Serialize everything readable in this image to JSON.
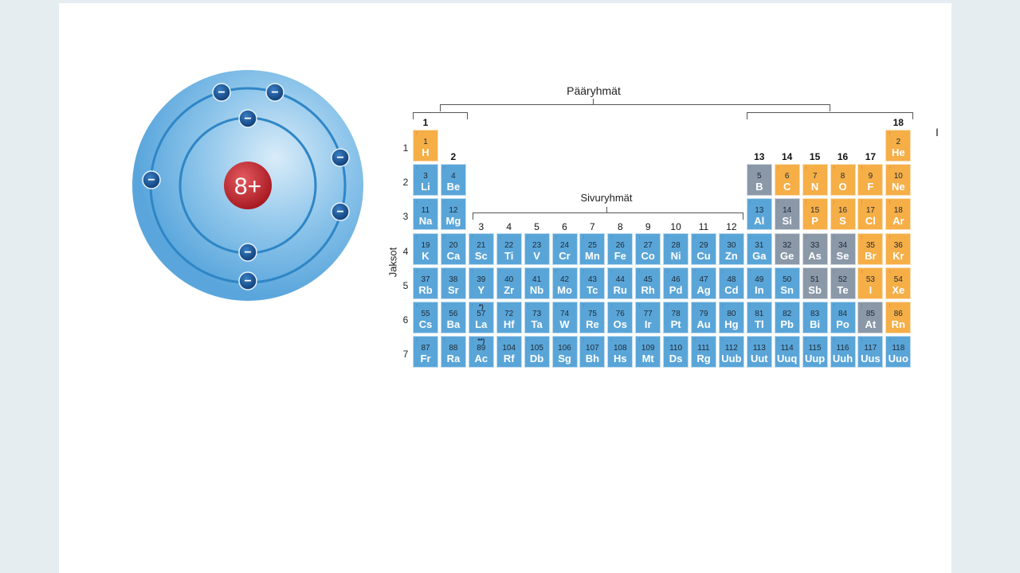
{
  "atom": {
    "nucleus_label": "8+",
    "electron_symbol": "−"
  },
  "table": {
    "main_groups_label": "Pääryhmät",
    "sub_groups_label": "Sivuryhmät",
    "periods_label": "Jaksot",
    "group_labels": [
      "1",
      "2",
      "3",
      "4",
      "5",
      "6",
      "7",
      "8",
      "9",
      "10",
      "11",
      "12",
      "13",
      "14",
      "15",
      "16",
      "17",
      "18"
    ],
    "period_labels": [
      "1",
      "2",
      "3",
      "4",
      "5",
      "6",
      "7"
    ],
    "lanthanide_mark": "*)",
    "actinide_mark": "**)",
    "elements": [
      {
        "n": "1",
        "s": "H",
        "p": 1,
        "g": 1,
        "t": "n"
      },
      {
        "n": "2",
        "s": "He",
        "p": 1,
        "g": 18,
        "t": "n"
      },
      {
        "n": "3",
        "s": "Li",
        "p": 2,
        "g": 1,
        "t": "m"
      },
      {
        "n": "4",
        "s": "Be",
        "p": 2,
        "g": 2,
        "t": "m"
      },
      {
        "n": "5",
        "s": "B",
        "p": 2,
        "g": 13,
        "t": "s"
      },
      {
        "n": "6",
        "s": "C",
        "p": 2,
        "g": 14,
        "t": "n"
      },
      {
        "n": "7",
        "s": "N",
        "p": 2,
        "g": 15,
        "t": "n"
      },
      {
        "n": "8",
        "s": "O",
        "p": 2,
        "g": 16,
        "t": "n"
      },
      {
        "n": "9",
        "s": "F",
        "p": 2,
        "g": 17,
        "t": "n"
      },
      {
        "n": "10",
        "s": "Ne",
        "p": 2,
        "g": 18,
        "t": "n"
      },
      {
        "n": "11",
        "s": "Na",
        "p": 3,
        "g": 1,
        "t": "m"
      },
      {
        "n": "12",
        "s": "Mg",
        "p": 3,
        "g": 2,
        "t": "m"
      },
      {
        "n": "13",
        "s": "Al",
        "p": 3,
        "g": 13,
        "t": "m"
      },
      {
        "n": "14",
        "s": "Si",
        "p": 3,
        "g": 14,
        "t": "s"
      },
      {
        "n": "15",
        "s": "P",
        "p": 3,
        "g": 15,
        "t": "n"
      },
      {
        "n": "16",
        "s": "S",
        "p": 3,
        "g": 16,
        "t": "n"
      },
      {
        "n": "17",
        "s": "Cl",
        "p": 3,
        "g": 17,
        "t": "n"
      },
      {
        "n": "18",
        "s": "Ar",
        "p": 3,
        "g": 18,
        "t": "n"
      },
      {
        "n": "19",
        "s": "K",
        "p": 4,
        "g": 1,
        "t": "m"
      },
      {
        "n": "20",
        "s": "Ca",
        "p": 4,
        "g": 2,
        "t": "m"
      },
      {
        "n": "21",
        "s": "Sc",
        "p": 4,
        "g": 3,
        "t": "m"
      },
      {
        "n": "22",
        "s": "Ti",
        "p": 4,
        "g": 4,
        "t": "m"
      },
      {
        "n": "23",
        "s": "V",
        "p": 4,
        "g": 5,
        "t": "m"
      },
      {
        "n": "24",
        "s": "Cr",
        "p": 4,
        "g": 6,
        "t": "m"
      },
      {
        "n": "25",
        "s": "Mn",
        "p": 4,
        "g": 7,
        "t": "m"
      },
      {
        "n": "26",
        "s": "Fe",
        "p": 4,
        "g": 8,
        "t": "m"
      },
      {
        "n": "27",
        "s": "Co",
        "p": 4,
        "g": 9,
        "t": "m"
      },
      {
        "n": "28",
        "s": "Ni",
        "p": 4,
        "g": 10,
        "t": "m"
      },
      {
        "n": "29",
        "s": "Cu",
        "p": 4,
        "g": 11,
        "t": "m"
      },
      {
        "n": "30",
        "s": "Zn",
        "p": 4,
        "g": 12,
        "t": "m"
      },
      {
        "n": "31",
        "s": "Ga",
        "p": 4,
        "g": 13,
        "t": "m"
      },
      {
        "n": "32",
        "s": "Ge",
        "p": 4,
        "g": 14,
        "t": "s"
      },
      {
        "n": "33",
        "s": "As",
        "p": 4,
        "g": 15,
        "t": "s"
      },
      {
        "n": "34",
        "s": "Se",
        "p": 4,
        "g": 16,
        "t": "s"
      },
      {
        "n": "35",
        "s": "Br",
        "p": 4,
        "g": 17,
        "t": "n"
      },
      {
        "n": "36",
        "s": "Kr",
        "p": 4,
        "g": 18,
        "t": "n"
      },
      {
        "n": "37",
        "s": "Rb",
        "p": 5,
        "g": 1,
        "t": "m"
      },
      {
        "n": "38",
        "s": "Sr",
        "p": 5,
        "g": 2,
        "t": "m"
      },
      {
        "n": "39",
        "s": "Y",
        "p": 5,
        "g": 3,
        "t": "m"
      },
      {
        "n": "40",
        "s": "Zr",
        "p": 5,
        "g": 4,
        "t": "m"
      },
      {
        "n": "41",
        "s": "Nb",
        "p": 5,
        "g": 5,
        "t": "m"
      },
      {
        "n": "42",
        "s": "Mo",
        "p": 5,
        "g": 6,
        "t": "m"
      },
      {
        "n": "43",
        "s": "Tc",
        "p": 5,
        "g": 7,
        "t": "m"
      },
      {
        "n": "44",
        "s": "Ru",
        "p": 5,
        "g": 8,
        "t": "m"
      },
      {
        "n": "45",
        "s": "Rh",
        "p": 5,
        "g": 9,
        "t": "m"
      },
      {
        "n": "46",
        "s": "Pd",
        "p": 5,
        "g": 10,
        "t": "m"
      },
      {
        "n": "47",
        "s": "Ag",
        "p": 5,
        "g": 11,
        "t": "m"
      },
      {
        "n": "48",
        "s": "Cd",
        "p": 5,
        "g": 12,
        "t": "m"
      },
      {
        "n": "49",
        "s": "In",
        "p": 5,
        "g": 13,
        "t": "m"
      },
      {
        "n": "50",
        "s": "Sn",
        "p": 5,
        "g": 14,
        "t": "m"
      },
      {
        "n": "51",
        "s": "Sb",
        "p": 5,
        "g": 15,
        "t": "s"
      },
      {
        "n": "52",
        "s": "Te",
        "p": 5,
        "g": 16,
        "t": "s"
      },
      {
        "n": "53",
        "s": "I",
        "p": 5,
        "g": 17,
        "t": "n"
      },
      {
        "n": "54",
        "s": "Xe",
        "p": 5,
        "g": 18,
        "t": "n"
      },
      {
        "n": "55",
        "s": "Cs",
        "p": 6,
        "g": 1,
        "t": "m"
      },
      {
        "n": "56",
        "s": "Ba",
        "p": 6,
        "g": 2,
        "t": "m"
      },
      {
        "n": "57",
        "s": "La",
        "p": 6,
        "g": 3,
        "t": "m"
      },
      {
        "n": "72",
        "s": "Hf",
        "p": 6,
        "g": 4,
        "t": "m"
      },
      {
        "n": "73",
        "s": "Ta",
        "p": 6,
        "g": 5,
        "t": "m"
      },
      {
        "n": "74",
        "s": "W",
        "p": 6,
        "g": 6,
        "t": "m"
      },
      {
        "n": "75",
        "s": "Re",
        "p": 6,
        "g": 7,
        "t": "m"
      },
      {
        "n": "76",
        "s": "Os",
        "p": 6,
        "g": 8,
        "t": "m"
      },
      {
        "n": "77",
        "s": "Ir",
        "p": 6,
        "g": 9,
        "t": "m"
      },
      {
        "n": "78",
        "s": "Pt",
        "p": 6,
        "g": 10,
        "t": "m"
      },
      {
        "n": "79",
        "s": "Au",
        "p": 6,
        "g": 11,
        "t": "m"
      },
      {
        "n": "80",
        "s": "Hg",
        "p": 6,
        "g": 12,
        "t": "m"
      },
      {
        "n": "81",
        "s": "Tl",
        "p": 6,
        "g": 13,
        "t": "m"
      },
      {
        "n": "82",
        "s": "Pb",
        "p": 6,
        "g": 14,
        "t": "m"
      },
      {
        "n": "83",
        "s": "Bi",
        "p": 6,
        "g": 15,
        "t": "m"
      },
      {
        "n": "84",
        "s": "Po",
        "p": 6,
        "g": 16,
        "t": "m"
      },
      {
        "n": "85",
        "s": "At",
        "p": 6,
        "g": 17,
        "t": "s"
      },
      {
        "n": "86",
        "s": "Rn",
        "p": 6,
        "g": 18,
        "t": "n"
      },
      {
        "n": "87",
        "s": "Fr",
        "p": 7,
        "g": 1,
        "t": "m"
      },
      {
        "n": "88",
        "s": "Ra",
        "p": 7,
        "g": 2,
        "t": "m"
      },
      {
        "n": "89",
        "s": "Ac",
        "p": 7,
        "g": 3,
        "t": "m"
      },
      {
        "n": "104",
        "s": "Rf",
        "p": 7,
        "g": 4,
        "t": "m"
      },
      {
        "n": "105",
        "s": "Db",
        "p": 7,
        "g": 5,
        "t": "m"
      },
      {
        "n": "106",
        "s": "Sg",
        "p": 7,
        "g": 6,
        "t": "m"
      },
      {
        "n": "107",
        "s": "Bh",
        "p": 7,
        "g": 7,
        "t": "m"
      },
      {
        "n": "108",
        "s": "Hs",
        "p": 7,
        "g": 8,
        "t": "m"
      },
      {
        "n": "109",
        "s": "Mt",
        "p": 7,
        "g": 9,
        "t": "m"
      },
      {
        "n": "110",
        "s": "Ds",
        "p": 7,
        "g": 10,
        "t": "m"
      },
      {
        "n": "111",
        "s": "Rg",
        "p": 7,
        "g": 11,
        "t": "m"
      },
      {
        "n": "112",
        "s": "Uub",
        "p": 7,
        "g": 12,
        "t": "m"
      },
      {
        "n": "113",
        "s": "Uut",
        "p": 7,
        "g": 13,
        "t": "m"
      },
      {
        "n": "114",
        "s": "Uuq",
        "p": 7,
        "g": 14,
        "t": "m"
      },
      {
        "n": "115",
        "s": "Uup",
        "p": 7,
        "g": 15,
        "t": "m"
      },
      {
        "n": "116",
        "s": "Uuh",
        "p": 7,
        "g": 16,
        "t": "m"
      },
      {
        "n": "117",
        "s": "Uus",
        "p": 7,
        "g": 17,
        "t": "m"
      },
      {
        "n": "118",
        "s": "Uuo",
        "p": 7,
        "g": 18,
        "t": "m"
      }
    ]
  },
  "colors": {
    "metal": "#5aa5d8",
    "nonmetal": "#f6ae47",
    "semimetal": "#8a98a8",
    "nucleus": "#c0232b",
    "atom": "#8cc4ea"
  },
  "cursor_icon": "text-cursor-icon"
}
